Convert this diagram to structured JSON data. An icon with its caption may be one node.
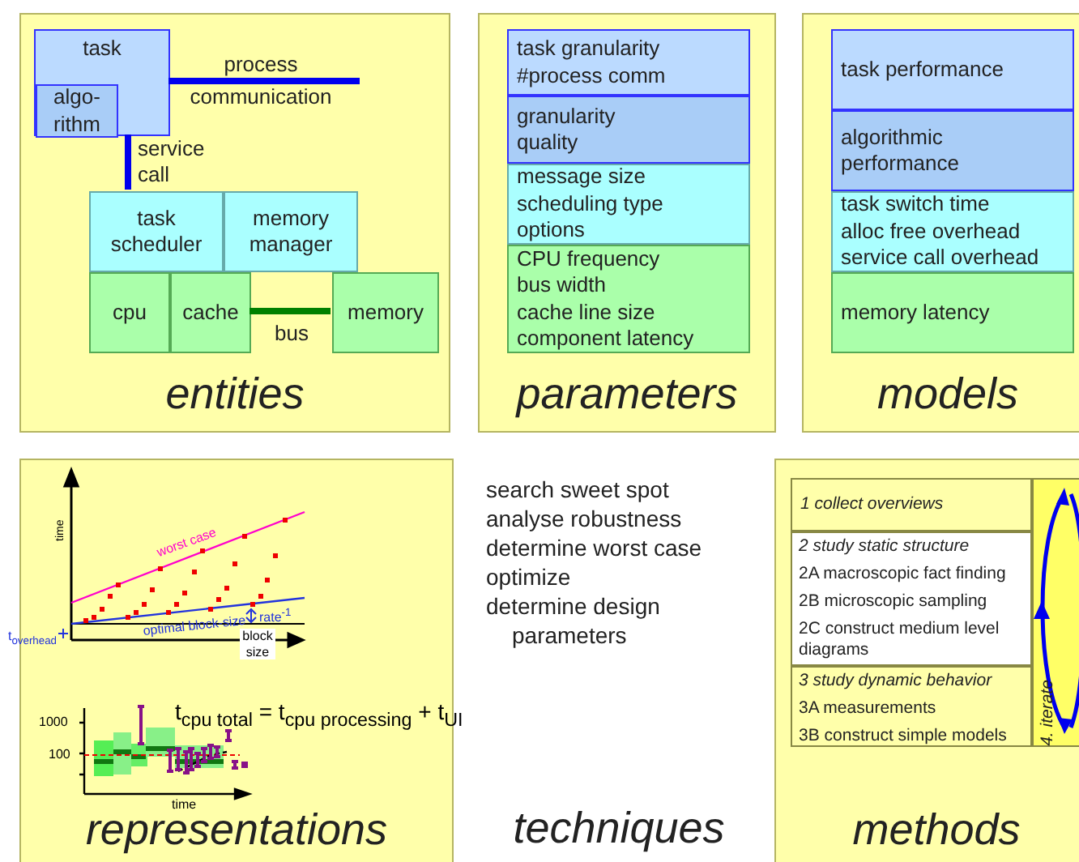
{
  "diagram": {
    "nodes": [
      {
        "text": [
          "entities"
        ]
      },
      {
        "text": [
          "task"
        ],
        "in": 0
      },
      {
        "text": [
          "algo- rithm"
        ],
        "in": 1
      },
      {
        "text": [
          "task scheduler"
        ],
        "in": 0
      },
      {
        "text": [
          "memory manager"
        ],
        "in": 0
      },
      {
        "text": [
          "cpu"
        ],
        "in": 0
      },
      {
        "text": [
          "cache"
        ],
        "in": 0
      },
      {
        "text": [
          "memory"
        ],
        "in": 0
      },
      {
        "text": [
          "parameters"
        ]
      },
      {
        "text": [
          "task granularity",
          "#process comm"
        ],
        "in": 8
      },
      {
        "text": [
          "granularity",
          "quality"
        ],
        "in": 8
      },
      {
        "text": [
          "message size",
          "scheduling type",
          "options"
        ],
        "in": 8
      },
      {
        "text": [
          "CPU frequency",
          "bus width",
          "cache line size",
          "component latency"
        ],
        "in": 8
      },
      {
        "text": [
          "models"
        ]
      },
      {
        "text": [
          "task performance"
        ],
        "in": 13
      },
      {
        "text": [
          "algorithmic performance"
        ],
        "in": 13
      },
      {
        "text": [
          "task switch time",
          "alloc free overhead",
          "service call overhead"
        ],
        "in": 13
      },
      {
        "text": [
          "memory latency"
        ],
        "in": 13
      },
      {
        "text": [
          "representations"
        ]
      },
      {
        "text": [
          "search sweet spot",
          "analyse robustness",
          "determine worst case",
          "optimize",
          "determine design parameters",
          "techniques"
        ]
      },
      {
        "text": [
          "methods"
        ]
      },
      {
        "text": [
          "1 collect overviews"
        ],
        "in": 20
      },
      {
        "text": [
          "2 study static structure",
          "2A macroscopic fact finding",
          "2B microscopic sampling",
          "2C construct medium level diagrams"
        ],
        "in": 20
      },
      {
        "text": [
          "3 study dynamic behavior",
          "3A measurements",
          "3B construct simple models"
        ],
        "in": 20
      },
      {
        "text": [
          "4. iterate"
        ],
        "in": 20
      }
    ],
    "edges": [
      {
        "from": 1,
        "to": null,
        "arrow": "none",
        "label": "process communication"
      },
      {
        "from": 1,
        "to": 3,
        "arrow": "none",
        "label": "service call"
      },
      {
        "from": 6,
        "to": 7,
        "arrow": "none",
        "label": "bus",
        "color": "#008000"
      }
    ],
    "labels": [
      "time",
      "worst case",
      "rate$^{-1}$",
      "optimal block-size",
      "t$_{overhead}$",
      "block size",
      "t$_{cpu total}$ = t$_{cpu processing}$ + t$_{UI}$",
      "1000",
      "100",
      "time"
    ]
  }
}
